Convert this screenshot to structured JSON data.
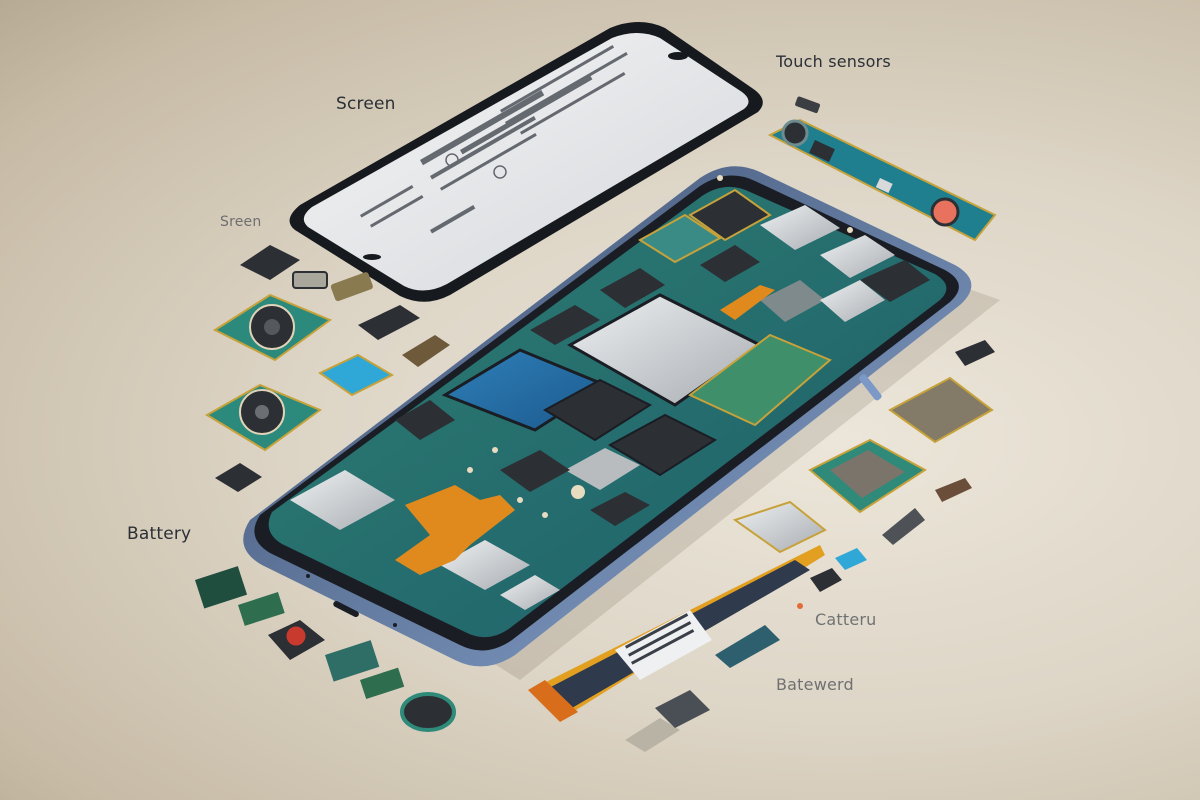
{
  "scene": {
    "description": "Exploded isometric view of a smartphone with components",
    "colors": {
      "pcb_green": "#2f8a7a",
      "pcb_teal": "#1f7f8f",
      "chip_dark": "#2c2f33",
      "shield_silver": "#c9ccce",
      "flex_orange": "#e08a1e",
      "frame_blue": "#5a78a8",
      "battery_navy": "#2f3a4c",
      "background": "#ddd5c6"
    }
  },
  "labels": {
    "screen_top": "Screen",
    "screen_left": "Sreen",
    "touch_sensors": "Touch sensors",
    "battery_left": "Battery",
    "battery_right": "Catteru",
    "battery_bottom": "Batewerd"
  },
  "components": {
    "screen_panel": "screen",
    "camera_module_strip": "touch sensors module",
    "battery_pack": "battery",
    "main_phone": "phone body with circuit board"
  }
}
